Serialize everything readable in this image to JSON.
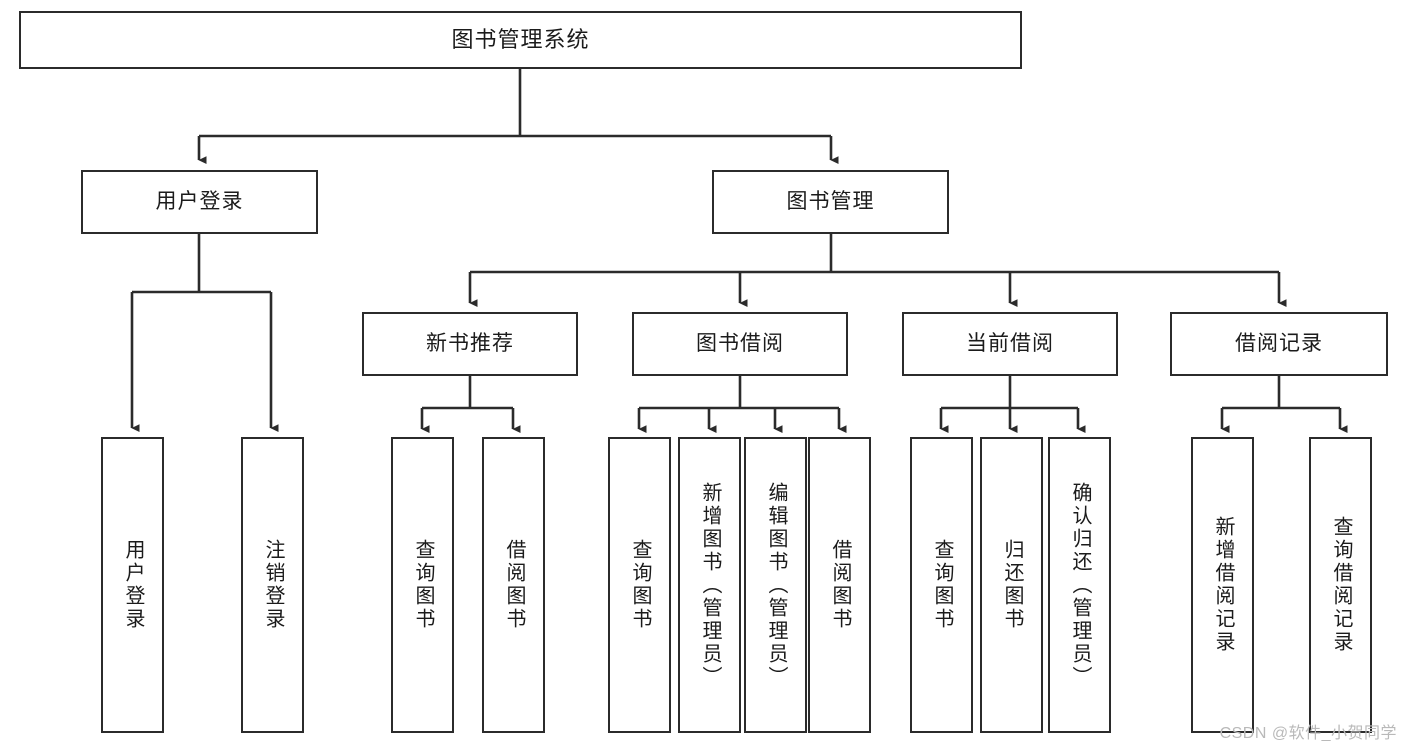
{
  "diagram": {
    "title": "图书管理系统",
    "type": "tree-hierarchy",
    "stroke_color": "#2b2b2b",
    "fill_color": "#ffffff",
    "nodes": {
      "root": {
        "label": "图书管理系统"
      },
      "level1": [
        {
          "label": "用户登录"
        },
        {
          "label": "图书管理"
        }
      ],
      "level2": [
        {
          "label": "新书推荐"
        },
        {
          "label": "图书借阅"
        },
        {
          "label": "当前借阅"
        },
        {
          "label": "借阅记录"
        }
      ],
      "leaves": [
        {
          "label": "用户登录"
        },
        {
          "label": "注销登录"
        },
        {
          "label": "查询图书"
        },
        {
          "label": "借阅图书"
        },
        {
          "label": "查询图书"
        },
        {
          "label": "新增图书（管理员）"
        },
        {
          "label": "编辑图书（管理员）"
        },
        {
          "label": "借阅图书"
        },
        {
          "label": "查询图书"
        },
        {
          "label": "归还图书"
        },
        {
          "label": "确认归还（管理员）"
        },
        {
          "label": "新增借阅记录"
        },
        {
          "label": "查询借阅记录"
        }
      ]
    }
  },
  "watermark": {
    "text": "CSDN @软件_小贺同学",
    "color": "#b9b9b9"
  }
}
